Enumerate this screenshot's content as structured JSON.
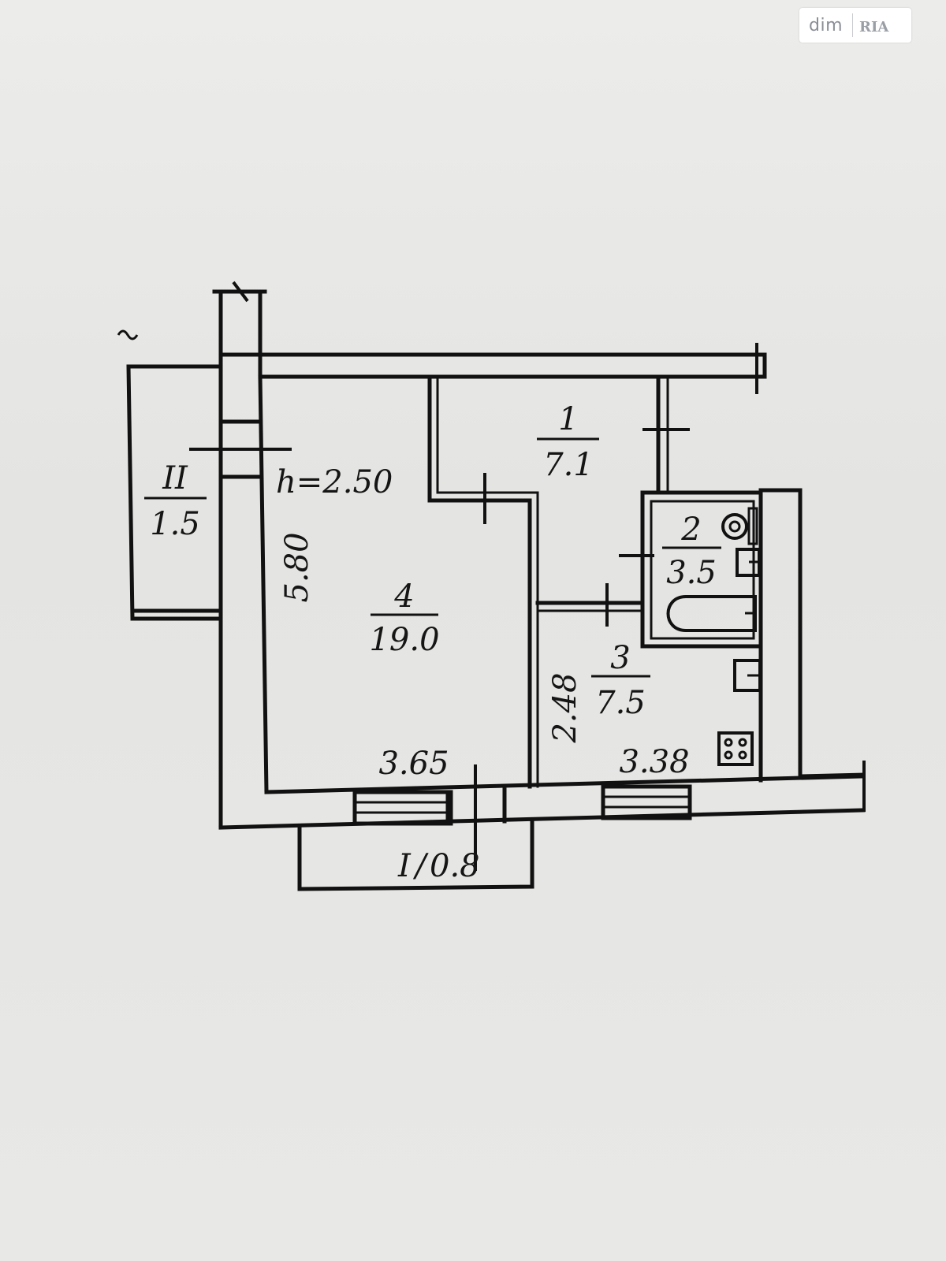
{
  "watermark": {
    "brand_left": "dim",
    "brand_right": "RIA"
  },
  "plan": {
    "ceiling_height": "h=2.50",
    "rooms": [
      {
        "id": "I",
        "number": "I",
        "area": "0.8"
      },
      {
        "id": "II",
        "number": "II",
        "area": "1.5"
      },
      {
        "id": "1",
        "number": "1",
        "area": "7.1"
      },
      {
        "id": "2",
        "number": "2",
        "area": "3.5"
      },
      {
        "id": "3",
        "number": "3",
        "area": "7.5"
      },
      {
        "id": "4",
        "number": "4",
        "area": "19.0"
      }
    ],
    "dimensions": {
      "room4_length": "5.80",
      "room4_width": "3.65",
      "room3_length": "2.48",
      "room3_width": "3.38"
    }
  }
}
